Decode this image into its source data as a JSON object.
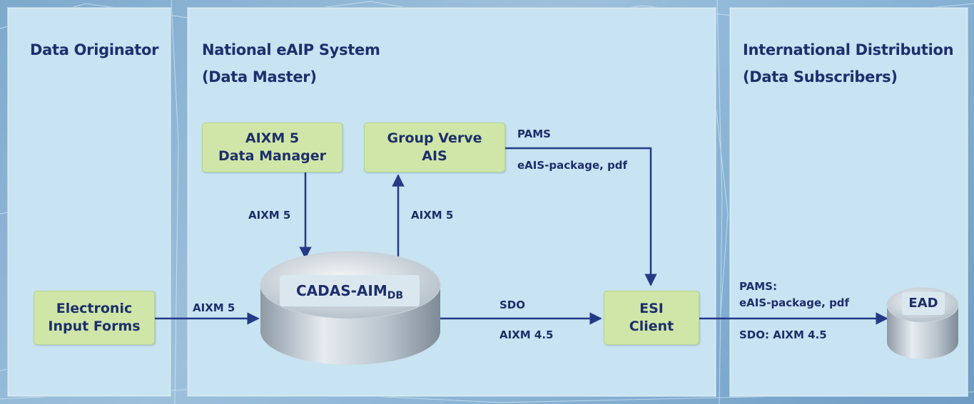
{
  "panels": {
    "origin": {
      "title": "Data Originator"
    },
    "national": {
      "title_line1": "National eAIP System",
      "title_line2": "(Data Master)"
    },
    "intl": {
      "title_line1": "International Distribution",
      "title_line2": "(Data Subscribers)"
    }
  },
  "boxes": {
    "data_manager": {
      "line1": "AIXM 5",
      "line2": "Data Manager"
    },
    "group_verve": {
      "line1": "Group Verve",
      "line2": "AIS"
    },
    "input_forms": {
      "line1": "Electronic",
      "line2": "Input Forms"
    },
    "esi_client": {
      "line1": "ESI",
      "line2": "Client"
    }
  },
  "databases": {
    "cadas": {
      "name": "CADAS-AIM",
      "subscript": "DB"
    },
    "ead": {
      "name": "EAD"
    }
  },
  "edge_labels": {
    "forms_to_cadas": "AIXM 5",
    "manager_to_cadas": "AIXM 5",
    "cadas_to_verve": "AIXM 5",
    "verve_pams": "PAMS",
    "verve_package": "eAIS-package, pdf",
    "cadas_sdo": "SDO",
    "cadas_aixm45": "AIXM 4.5",
    "esi_pams": "PAMS:",
    "esi_package": "eAIS-package, pdf",
    "esi_sdo": "SDO: AIXM 4.5"
  },
  "colors": {
    "arrow": "#233a86",
    "panel": "#c8e3f1",
    "box": "#cfe6a8",
    "text": "#1d2e6b"
  }
}
